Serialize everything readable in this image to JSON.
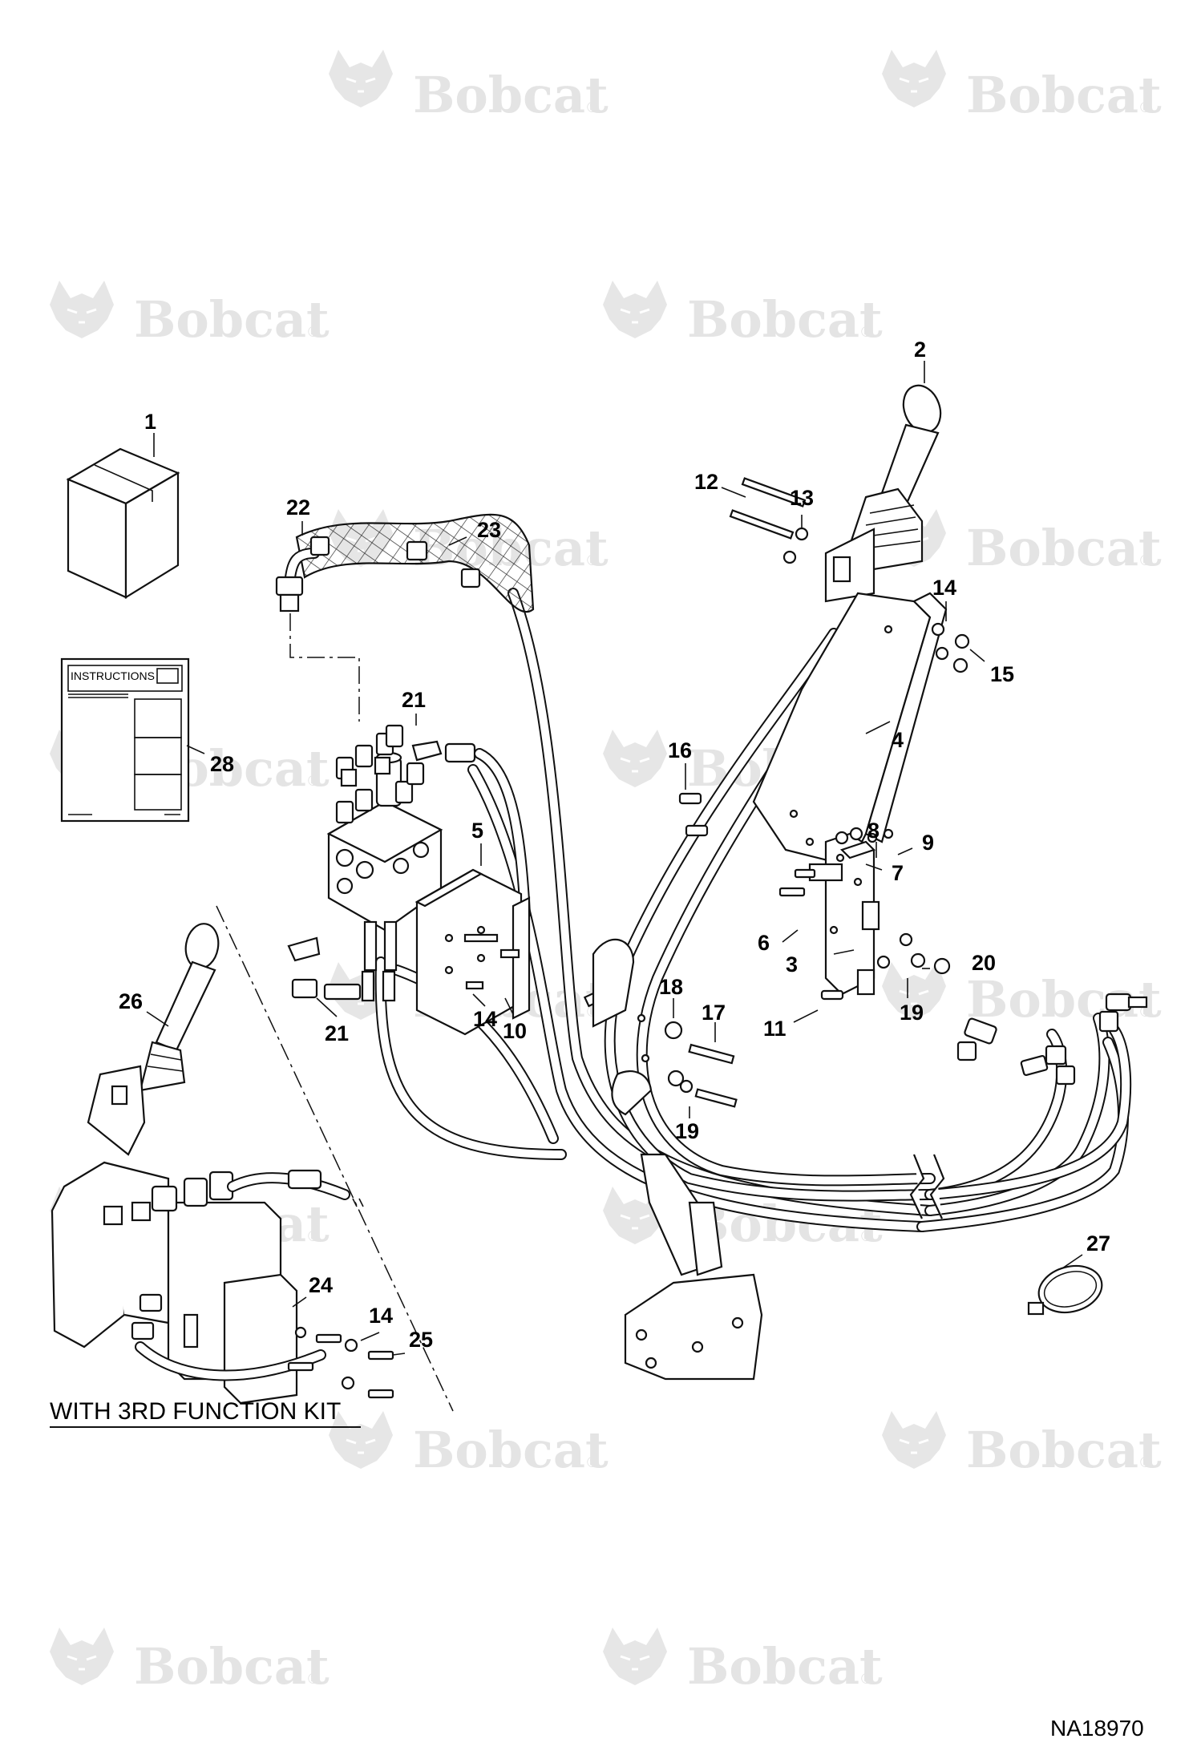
{
  "diagram": {
    "watermark": {
      "brand": "Bobcat",
      "mark": "®"
    },
    "instructions_sheet": {
      "title": "INSTRUCTIONS"
    },
    "kit_caption": "WITH 3RD FUNCTION KIT",
    "drawing_number": "NA18970",
    "callouts": [
      "1",
      "2",
      "3",
      "4",
      "5",
      "6",
      "7",
      "8",
      "9",
      "10",
      "11",
      "12",
      "13",
      "14",
      "14",
      "14",
      "15",
      "16",
      "17",
      "18",
      "19",
      "19",
      "20",
      "21",
      "21",
      "22",
      "23",
      "24",
      "25",
      "26",
      "27",
      "28"
    ]
  }
}
